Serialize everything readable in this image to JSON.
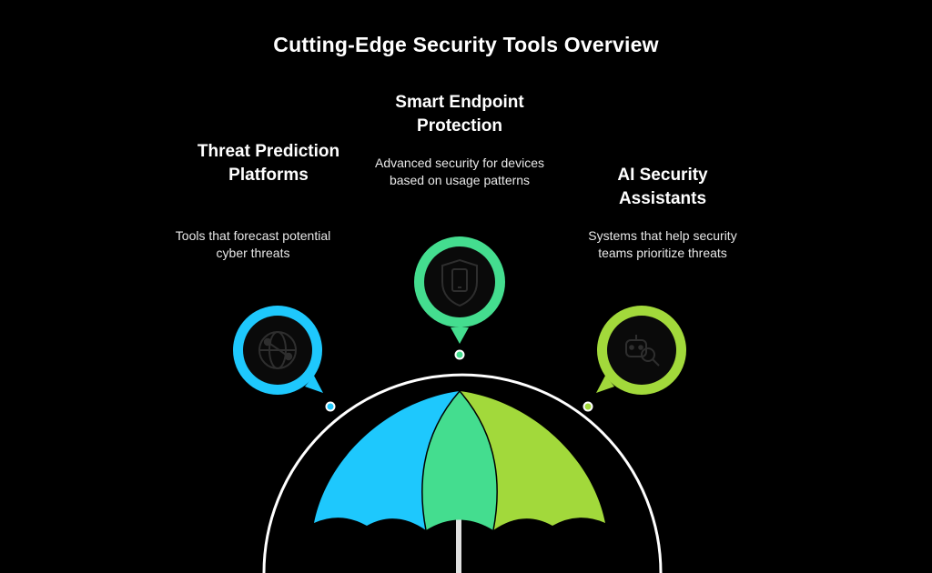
{
  "title": "Cutting-Edge Security Tools Overview",
  "colors": {
    "background": "#000000",
    "blue": "#1ec8fd",
    "green": "#44dd8f",
    "lime": "#a2d93b",
    "arc": "#ffffff"
  },
  "items": [
    {
      "title": "Threat Prediction Platforms",
      "description": "Tools that forecast potential cyber threats",
      "icon": "globe-network-icon",
      "color": "#1ec8fd"
    },
    {
      "title": "Smart Endpoint Protection",
      "description": "Advanced security for devices based on usage patterns",
      "icon": "shield-device-icon",
      "color": "#44dd8f"
    },
    {
      "title": "AI Security Assistants",
      "description": "Systems that help security teams prioritize threats",
      "icon": "robot-search-icon",
      "color": "#a2d93b"
    }
  ]
}
